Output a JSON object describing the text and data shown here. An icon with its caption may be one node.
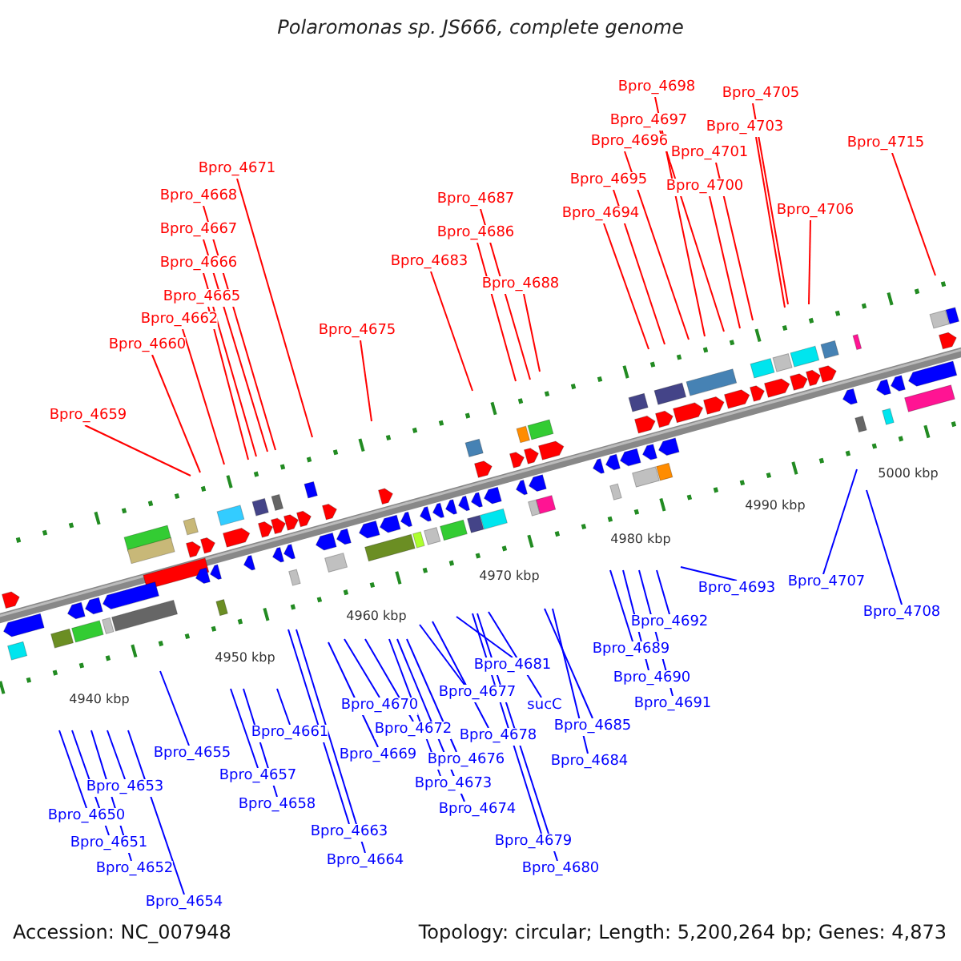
{
  "diagram": {
    "title": "Polaromonas sp. JS666, complete genome",
    "nodes": [
      {
        "text": [
          "Bpro_4698"
        ]
      },
      {
        "text": [
          "Bpro_4705"
        ]
      },
      {
        "text": [
          "Bpro_4697"
        ]
      },
      {
        "text": [
          "Bpro_4703"
        ]
      },
      {
        "text": [
          "Bpro_4696"
        ]
      },
      {
        "text": [
          "Bpro_4715"
        ]
      },
      {
        "text": [
          "Bpro_4701"
        ]
      },
      {
        "text": [
          "Bpro_4671"
        ]
      },
      {
        "text": [
          "Bpro_4695"
        ]
      },
      {
        "text": [
          "Bpro_4700"
        ]
      },
      {
        "text": [
          "Bpro_4668"
        ]
      },
      {
        "text": [
          "Bpro_4687"
        ]
      },
      {
        "text": [
          "Bpro_4706"
        ]
      },
      {
        "text": [
          "Bpro_4694"
        ]
      },
      {
        "text": [
          "Bpro_4667"
        ]
      },
      {
        "text": [
          "Bpro_4686"
        ]
      },
      {
        "text": [
          "Bpro_4683"
        ]
      },
      {
        "text": [
          "Bpro_4666"
        ]
      },
      {
        "text": [
          "Bpro_4688"
        ]
      },
      {
        "text": [
          "Bpro_4665"
        ]
      },
      {
        "text": [
          "Bpro_4662"
        ]
      },
      {
        "text": [
          "Bpro_4675"
        ]
      },
      {
        "text": [
          "Bpro_4660"
        ]
      },
      {
        "text": [
          "Bpro_4659"
        ]
      },
      {
        "text": [
          "Bpro_4707"
        ]
      },
      {
        "text": [
          "Bpro_4693"
        ]
      },
      {
        "text": [
          "Bpro_4708"
        ]
      },
      {
        "text": [
          "Bpro_4692"
        ]
      },
      {
        "text": [
          "Bpro_4689"
        ]
      },
      {
        "text": [
          "Bpro_4681"
        ]
      },
      {
        "text": [
          "Bpro_4690"
        ]
      },
      {
        "text": [
          "Bpro_4677"
        ]
      },
      {
        "text": [
          "Bpro_4670"
        ]
      },
      {
        "text": [
          "Bpro_4691"
        ]
      },
      {
        "text": [
          "sucC"
        ]
      },
      {
        "text": [
          "Bpro_4685"
        ]
      },
      {
        "text": [
          "Bpro_4672"
        ]
      },
      {
        "text": [
          "Bpro_4661"
        ]
      },
      {
        "text": [
          "Bpro_4678"
        ]
      },
      {
        "text": [
          "Bpro_4655"
        ]
      },
      {
        "text": [
          "Bpro_4669"
        ]
      },
      {
        "text": [
          "Bpro_4676"
        ]
      },
      {
        "text": [
          "Bpro_4684"
        ]
      },
      {
        "text": [
          "Bpro_4657"
        ]
      },
      {
        "text": [
          "Bpro_4673"
        ]
      },
      {
        "text": [
          "Bpro_4653"
        ]
      },
      {
        "text": [
          "Bpro_4658"
        ]
      },
      {
        "text": [
          "Bpro_4674"
        ]
      },
      {
        "text": [
          "Bpro_4650"
        ]
      },
      {
        "text": [
          "Bpro_4663"
        ]
      },
      {
        "text": [
          "Bpro_4679"
        ]
      },
      {
        "text": [
          "Bpro_4651"
        ]
      },
      {
        "text": [
          "Bpro_4664"
        ]
      },
      {
        "text": [
          "Bpro_4652"
        ]
      },
      {
        "text": [
          "Bpro_4680"
        ]
      },
      {
        "text": [
          "Bpro_4654"
        ]
      }
    ],
    "edges": [
      {
        "from": 0,
        "to": null,
        "arrow": "none",
        "color": "#ff0000"
      },
      {
        "from": 1,
        "to": null,
        "arrow": "none",
        "color": "#ff0000"
      },
      {
        "from": 2,
        "to": null,
        "arrow": "none",
        "color": "#ff0000"
      },
      {
        "from": 3,
        "to": null,
        "arrow": "none",
        "color": "#ff0000"
      },
      {
        "from": 4,
        "to": null,
        "arrow": "none",
        "color": "#ff0000"
      },
      {
        "from": 5,
        "to": null,
        "arrow": "none",
        "color": "#ff0000"
      },
      {
        "from": 6,
        "to": null,
        "arrow": "none",
        "color": "#ff0000"
      },
      {
        "from": 7,
        "to": null,
        "arrow": "none",
        "color": "#ff0000"
      },
      {
        "from": 8,
        "to": null,
        "arrow": "none",
        "color": "#ff0000"
      },
      {
        "from": 9,
        "to": null,
        "arrow": "none",
        "color": "#ff0000"
      },
      {
        "from": 10,
        "to": null,
        "arrow": "none",
        "color": "#ff0000"
      },
      {
        "from": 11,
        "to": null,
        "arrow": "none",
        "color": "#ff0000"
      },
      {
        "from": 12,
        "to": null,
        "arrow": "none",
        "color": "#ff0000"
      },
      {
        "from": 13,
        "to": null,
        "arrow": "none",
        "color": "#ff0000"
      },
      {
        "from": 14,
        "to": null,
        "arrow": "none",
        "color": "#ff0000"
      },
      {
        "from": 15,
        "to": null,
        "arrow": "none",
        "color": "#ff0000"
      },
      {
        "from": 16,
        "to": null,
        "arrow": "none",
        "color": "#ff0000"
      },
      {
        "from": 17,
        "to": null,
        "arrow": "none",
        "color": "#ff0000"
      },
      {
        "from": 18,
        "to": null,
        "arrow": "none",
        "color": "#ff0000"
      },
      {
        "from": 19,
        "to": null,
        "arrow": "none",
        "color": "#ff0000"
      },
      {
        "from": 20,
        "to": null,
        "arrow": "none",
        "color": "#ff0000"
      },
      {
        "from": 21,
        "to": null,
        "arrow": "none",
        "color": "#ff0000"
      },
      {
        "from": 22,
        "to": null,
        "arrow": "none",
        "color": "#ff0000"
      },
      {
        "from": 23,
        "to": null,
        "arrow": "none",
        "color": "#ff0000"
      },
      {
        "from": 24,
        "to": null,
        "arrow": "none"
      },
      {
        "from": 25,
        "to": null,
        "arrow": "none"
      },
      {
        "from": 26,
        "to": null,
        "arrow": "none"
      },
      {
        "from": 27,
        "to": null,
        "arrow": "none"
      },
      {
        "from": 28,
        "to": null,
        "arrow": "none"
      },
      {
        "from": 29,
        "to": null,
        "arrow": "none"
      },
      {
        "from": 30,
        "to": null,
        "arrow": "none"
      },
      {
        "from": 31,
        "to": null,
        "arrow": "none"
      },
      {
        "from": 32,
        "to": null,
        "arrow": "none"
      },
      {
        "from": 33,
        "to": null,
        "arrow": "none"
      },
      {
        "from": 34,
        "to": null,
        "arrow": "none"
      },
      {
        "from": 35,
        "to": null,
        "arrow": "none"
      },
      {
        "from": 36,
        "to": null,
        "arrow": "none"
      },
      {
        "from": 37,
        "to": null,
        "arrow": "none"
      },
      {
        "from": 38,
        "to": null,
        "arrow": "none"
      },
      {
        "from": 39,
        "to": null,
        "arrow": "none"
      },
      {
        "from": 40,
        "to": null,
        "arrow": "none"
      },
      {
        "from": 41,
        "to": null,
        "arrow": "none"
      },
      {
        "from": 42,
        "to": null,
        "arrow": "none"
      },
      {
        "from": 43,
        "to": null,
        "arrow": "none"
      },
      {
        "from": 44,
        "to": null,
        "arrow": "none"
      },
      {
        "from": 45,
        "to": null,
        "arrow": "none"
      },
      {
        "from": 46,
        "to": null,
        "arrow": "none"
      },
      {
        "from": 47,
        "to": null,
        "arrow": "none"
      },
      {
        "from": 48,
        "to": null,
        "arrow": "none"
      },
      {
        "from": 49,
        "to": null,
        "arrow": "none"
      },
      {
        "from": 50,
        "to": null,
        "arrow": "none"
      },
      {
        "from": 51,
        "to": null,
        "arrow": "none"
      },
      {
        "from": 52,
        "to": null,
        "arrow": "none"
      },
      {
        "from": 53,
        "to": null,
        "arrow": "none"
      },
      {
        "from": 54,
        "to": null,
        "arrow": "none"
      },
      {
        "from": 55,
        "to": null,
        "arrow": "none"
      }
    ],
    "labels": [
      "5000 kbp",
      "4990 kbp",
      "4980 kbp",
      "4970 kbp",
      "4960 kbp",
      "4950 kbp",
      "4940 kbp",
      "Accession: NC_007948",
      "Topology: circular; Length: 5,200,264 bp; Genes: 4,873"
    ]
  }
}
